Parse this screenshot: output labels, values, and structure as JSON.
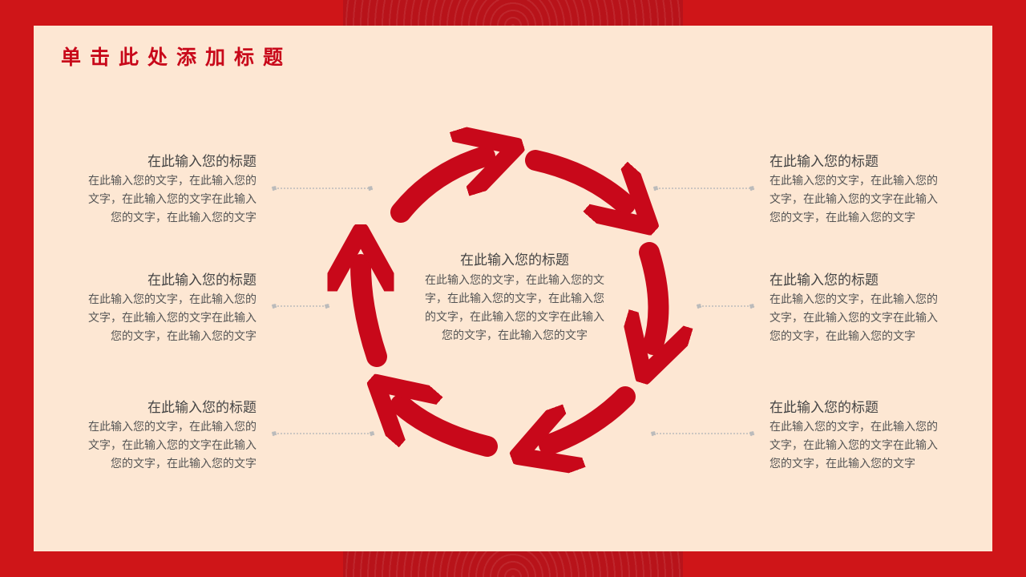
{
  "slide_title": "单击此处添加标题",
  "center": {
    "title": "在此输入您的标题",
    "text": "在此输入您的文字，在此输入您的文字，在此输入您的文字，在此输入您的文字，在此输入您的文字在此输入您的文字，在此输入您的文字"
  },
  "items": [
    {
      "title": "在此输入您的标题",
      "text": "在此输入您的文字，在此输入您的文字，在此输入您的文字在此输入您的文字，在此输入您的文字"
    },
    {
      "title": "在此输入您的标题",
      "text": "在此输入您的文字，在此输入您的文字，在此输入您的文字在此输入您的文字，在此输入您的文字"
    },
    {
      "title": "在此输入您的标题",
      "text": "在此输入您的文字，在此输入您的文字，在此输入您的文字在此输入您的文字，在此输入您的文字"
    },
    {
      "title": "在此输入您的标题",
      "text": "在此输入您的文字，在此输入您的文字，在此输入您的文字在此输入您的文字，在此输入您的文字"
    },
    {
      "title": "在此输入您的标题",
      "text": "在此输入您的文字，在此输入您的文字，在此输入您的文字在此输入您的文字，在此输入您的文字"
    },
    {
      "title": "在此输入您的标题",
      "text": "在此输入您的文字，在此输入您的文字，在此输入您的文字在此输入您的文字，在此输入您的文字"
    }
  ],
  "colors": {
    "accent": "#c8081a",
    "panel": "#fde7d3",
    "frame": "#cf1518"
  }
}
